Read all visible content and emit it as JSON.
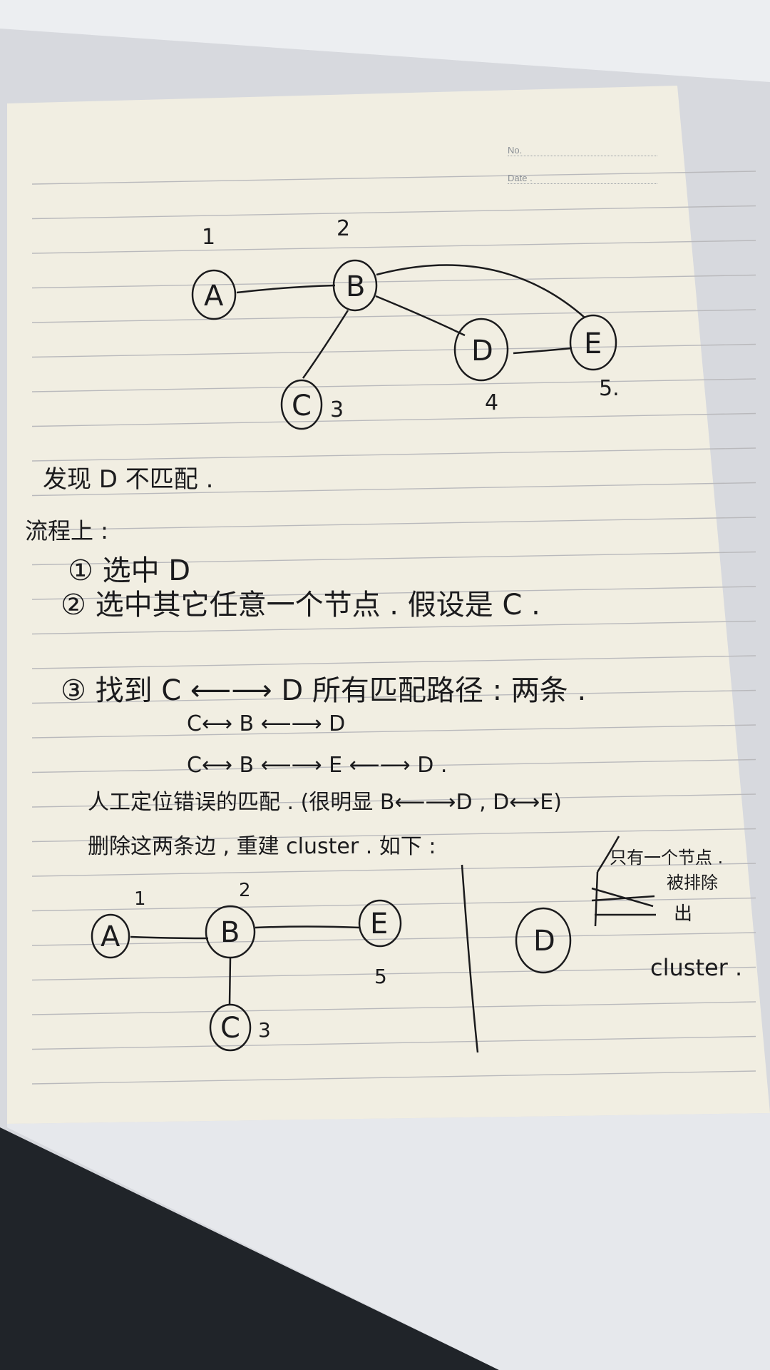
{
  "header": {
    "no_label": "No.",
    "date_label": "Date ."
  },
  "graph1": {
    "nodes": [
      {
        "id": "A",
        "number": "1"
      },
      {
        "id": "B",
        "number": "2"
      },
      {
        "id": "C",
        "number": "3"
      },
      {
        "id": "D",
        "number": "4"
      },
      {
        "id": "E",
        "number": "5."
      }
    ],
    "edges": [
      [
        "A",
        "B"
      ],
      [
        "B",
        "C"
      ],
      [
        "B",
        "D"
      ],
      [
        "B",
        "E"
      ],
      [
        "D",
        "E"
      ]
    ]
  },
  "notes": {
    "finding": "发现 D 不匹配 .",
    "steps_title": "流程上 :",
    "step1": "① 选中  D",
    "step2": "② 选中其它任意一个节点 . 假设是 C .",
    "step3": "③ 找到  C ⟵⟶ D 所有匹配路径 : 两条 .",
    "path1": "C⟷ B ⟵⟶ D",
    "path2": "C⟷ B ⟵⟶ E ⟵⟶ D .",
    "manual": "人工定位错误的匹配 . (很明显 B⟵⟶D , D⟷E)",
    "delete": "删除这两条边 , 重建 cluster . 如下 :"
  },
  "graph2": {
    "nodes": [
      {
        "id": "A",
        "number": "1"
      },
      {
        "id": "B",
        "number": "2"
      },
      {
        "id": "C",
        "number": "3"
      },
      {
        "id": "E",
        "number": "5"
      }
    ],
    "edges": [
      [
        "A",
        "B"
      ],
      [
        "B",
        "E"
      ],
      [
        "B",
        "C"
      ]
    ],
    "isolated": {
      "id": "D"
    }
  },
  "side_note": {
    "line1": "只有一个节点 .",
    "line2": "被排除",
    "line3": "出",
    "line4": "cluster ."
  }
}
